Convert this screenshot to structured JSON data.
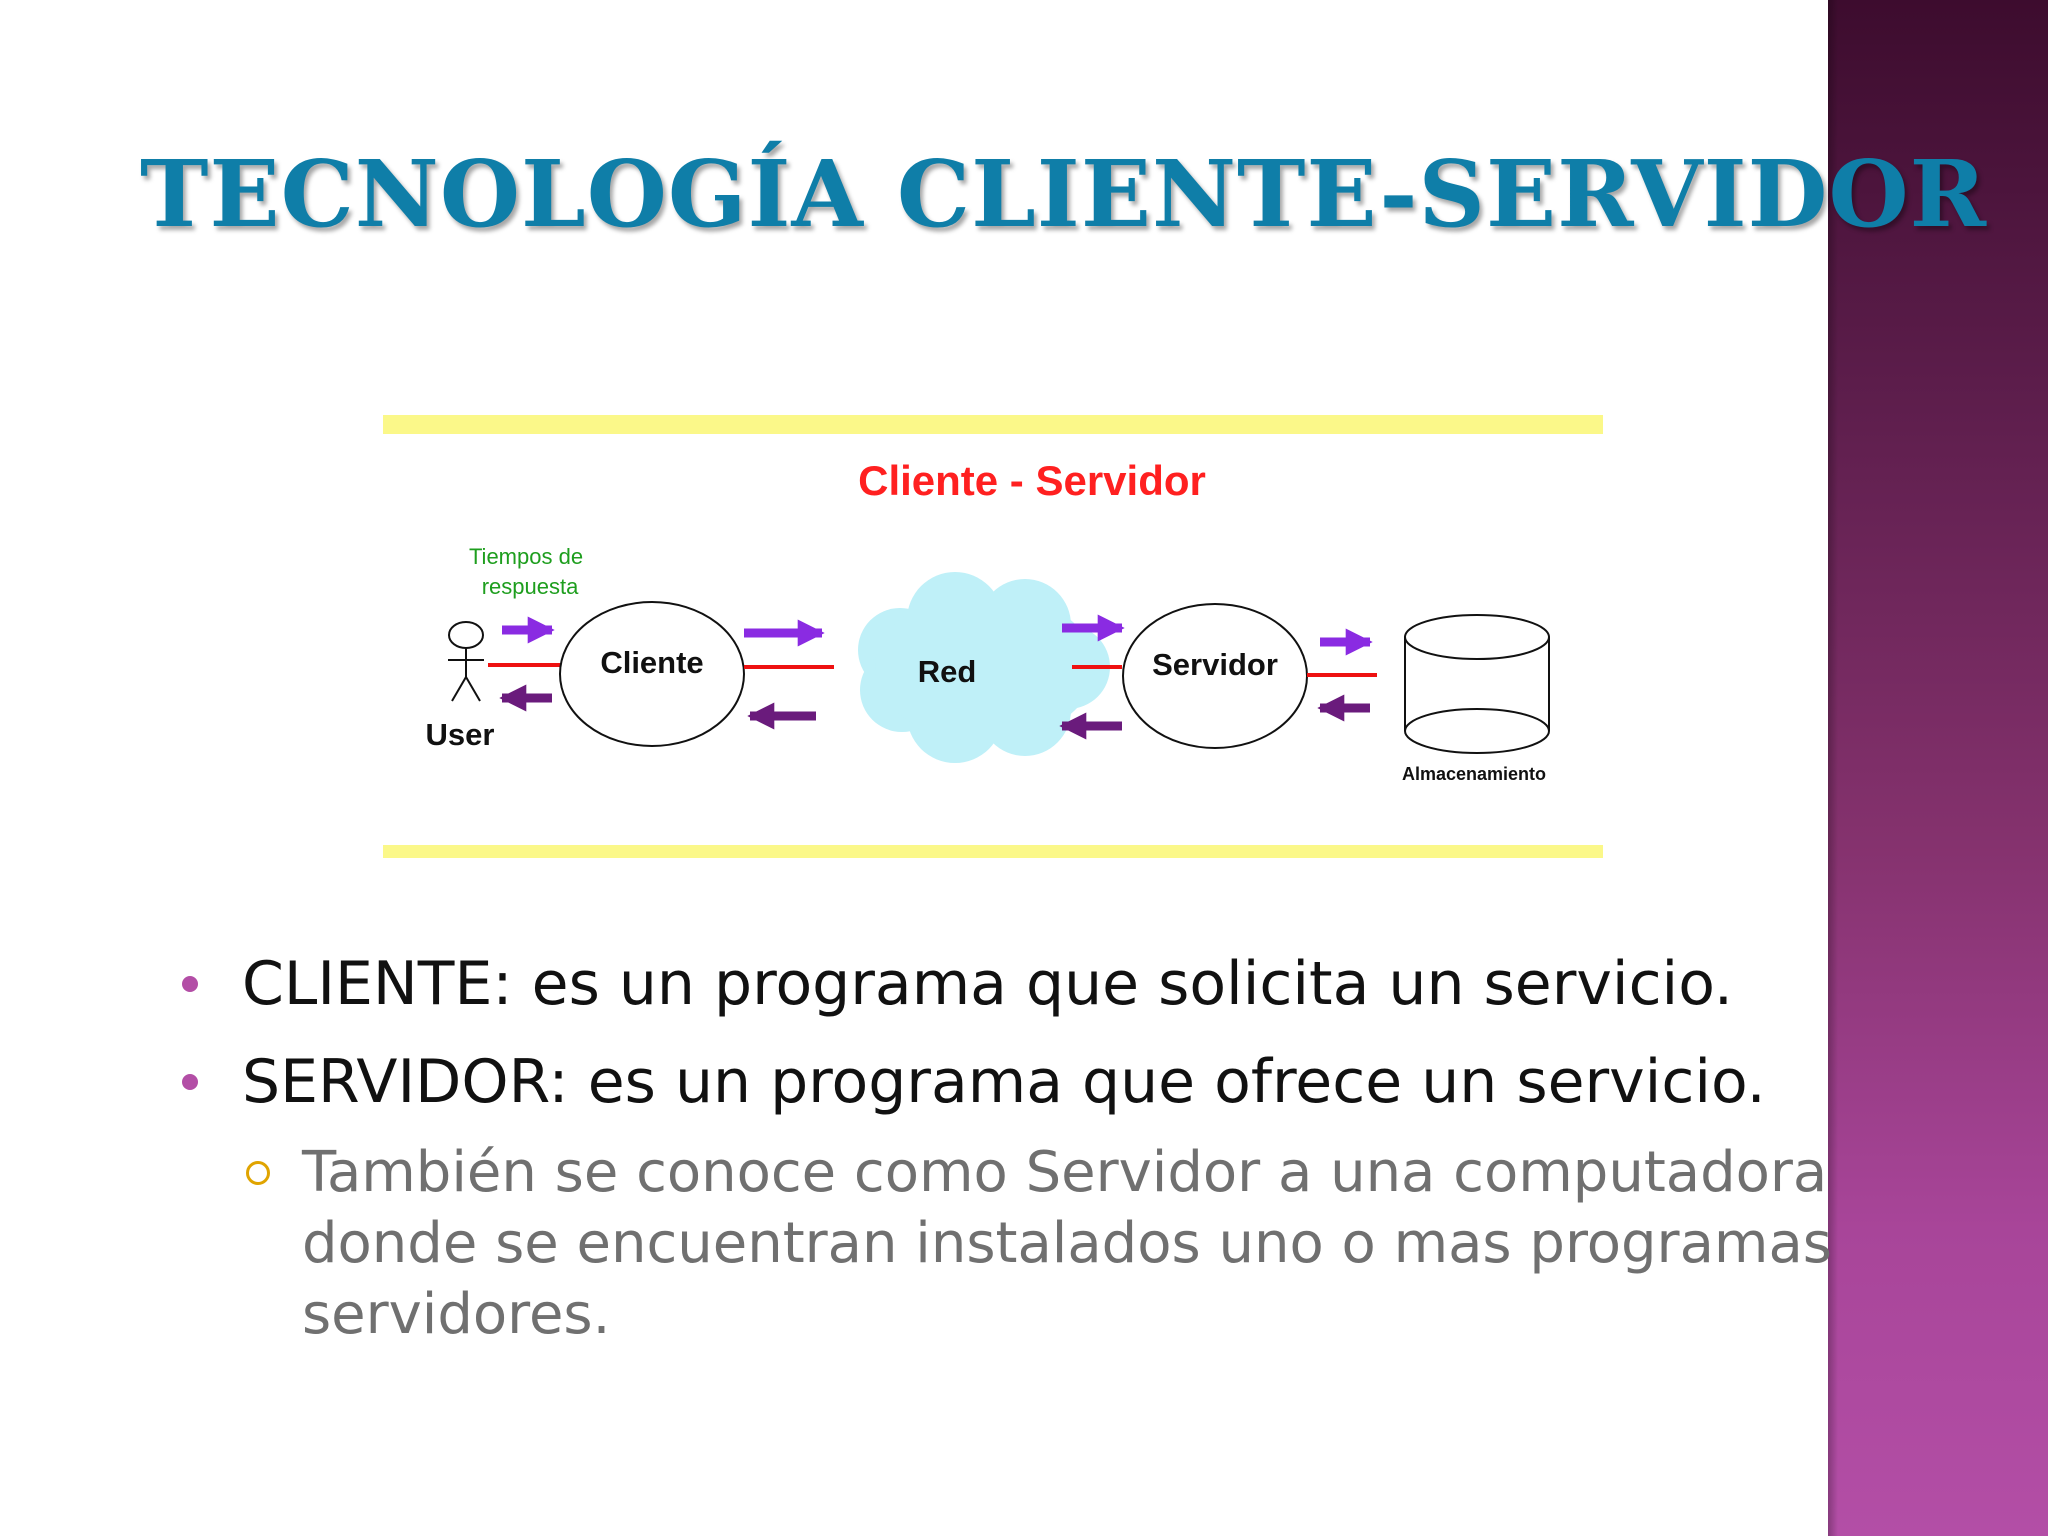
{
  "slide": {
    "title": "TECNOLOGÍA CLIENTE-SERVIDOR"
  },
  "diagram": {
    "heading": "Cliente - Servidor",
    "response_time_label_line1": "Tiempos de",
    "response_time_label_line2": "respuesta",
    "user_label": "User",
    "client_label": "Cliente",
    "network_label": "Red",
    "server_label": "Servidor",
    "storage_label": "Almacenamiento",
    "colors": {
      "band": "#fbf889",
      "heading": "#ff2020",
      "response_label": "#1e9e1e",
      "link": "#ee1111",
      "request_arrow": "#8a2be2",
      "response_arrow": "#6a1b7c",
      "cloud": "#bff0f8"
    }
  },
  "bullets": [
    {
      "text": "CLIENTE: es un programa que solicita un servicio."
    },
    {
      "text": "SERVIDOR: es un programa que ofrece un servicio."
    }
  ],
  "sub_bullet": {
    "lines": [
      "También se conoce como Servidor a una computadora",
      "donde se encuentran instalados uno o mas programas",
      "servidores."
    ]
  },
  "theme": {
    "title_color": "#0f7ea8",
    "bullet_color": "#b34ea6",
    "sub_bullet_marker_color": "#e0a400"
  }
}
